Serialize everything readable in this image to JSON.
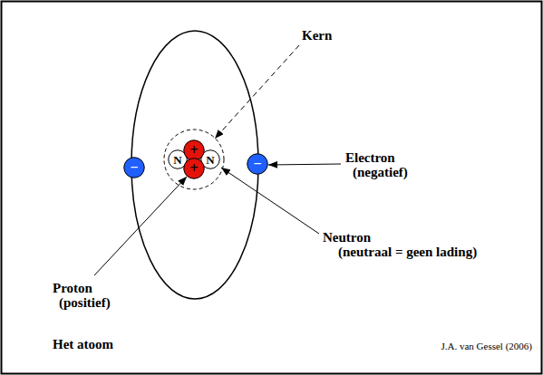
{
  "diagram": {
    "title": "Het atoom",
    "nodes": [
      {
        "text": [
          "+"
        ]
      },
      {
        "text": [
          "N"
        ]
      },
      {
        "text": [
          "N"
        ]
      },
      {
        "text": [
          "+"
        ]
      },
      {
        "text": [
          "−"
        ]
      },
      {
        "text": [
          "−"
        ]
      }
    ],
    "labels": [
      "Kern",
      "Electron (negatief)",
      "Neutron (neutraal = geen lading)",
      "Proton (positief)",
      "J.A. van Gessel (2006)"
    ]
  }
}
